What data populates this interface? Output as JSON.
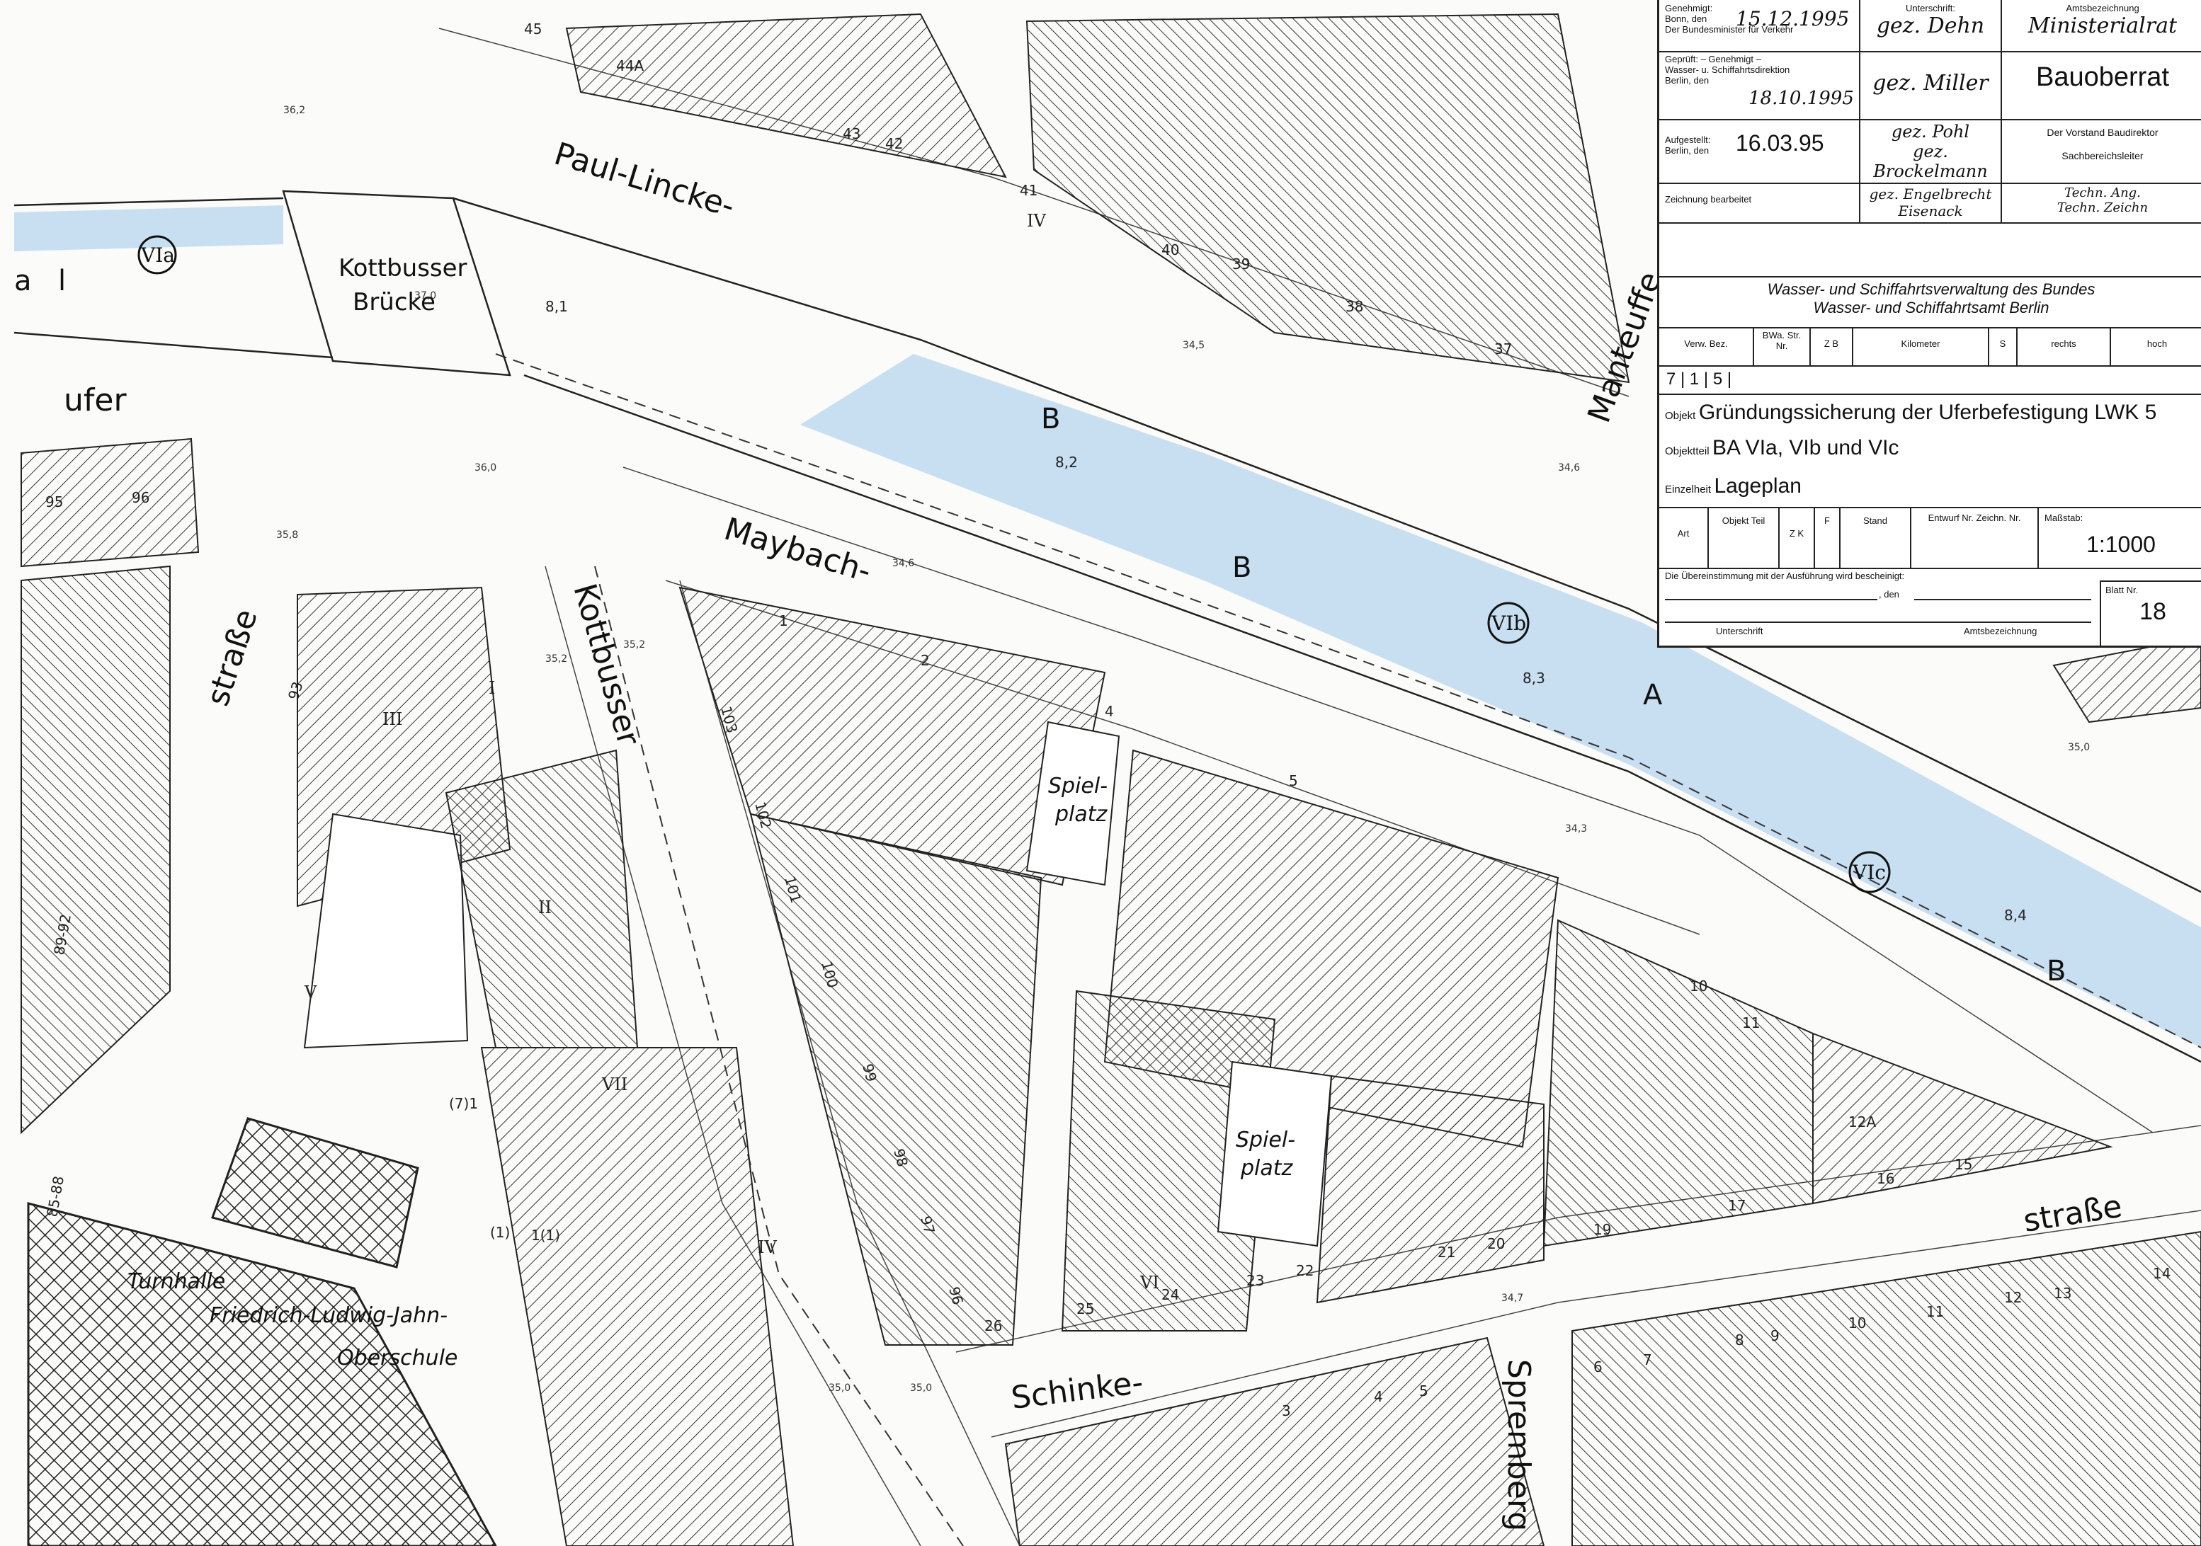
{
  "map": {
    "streets": {
      "paul_lincke": "Paul-Lincke-",
      "maybach": "Maybach-",
      "kottbusser_vertical": "Kottbusser",
      "kottbusser_bridge": "Kottbusser",
      "bridge_word": "Brücke",
      "ufer": "ufer",
      "strasse_left": "straße",
      "strasse_right": "straße",
      "schinke": "Schinke-",
      "spremberg": "Spremberg",
      "manteuffel": "Manteuffe"
    },
    "places": {
      "spielplatz_top": [
        "Spiel-",
        "platz"
      ],
      "spielplatz_bottom": [
        "Spiel-",
        "platz"
      ],
      "turnhalle": "Turnhalle",
      "school_line1": "Friedrich-Ludwig-Jahn-",
      "school_line2": "Oberschule"
    },
    "section_markers": [
      "VIa",
      "VIb",
      "VIc"
    ],
    "channel_letters": [
      "B",
      "B",
      "B",
      "A",
      "B"
    ],
    "water_depths": [
      "8,1",
      "8,2",
      "8,3",
      "8,4"
    ],
    "elevations": [
      "36,2",
      "36,0",
      "35,8",
      "35,2",
      "35,2",
      "34,6",
      "34,5",
      "34,6",
      "34,3",
      "34,7",
      "35,0",
      "35,0",
      "35,0",
      "37,0"
    ],
    "house_numbers": [
      "45",
      "44A",
      "43",
      "42",
      "41",
      "40",
      "39",
      "38",
      "37",
      "95",
      "96",
      "93",
      "103",
      "102",
      "101",
      "100",
      "99",
      "98",
      "97",
      "96",
      "26",
      "25",
      "24",
      "23",
      "22",
      "21",
      "20",
      "19",
      "17",
      "16",
      "15",
      "12A",
      "10",
      "11",
      "12",
      "13",
      "14",
      "8",
      "9",
      "10",
      "11",
      "4",
      "5",
      "6",
      "7",
      "3",
      "2",
      "1",
      "4",
      "5",
      "(7)1",
      "(1)",
      "1(1)",
      "89-92",
      "85-88"
    ],
    "floors": [
      "I",
      "II",
      "III",
      "IV",
      "V",
      "VI",
      "VII",
      "IV"
    ],
    "misc": [
      "a",
      "l"
    ]
  },
  "titleblock": {
    "row1": {
      "genehmigt_label": "Genehmigt:",
      "genehmigt_place": "Bonn, den",
      "genehmigt_date": "15.12.1995",
      "genehmigt_authority": "Der Bundesminister für Verkehr",
      "unterschrift_label": "Unterschrift:",
      "unterschrift_value": "gez. Dehn",
      "amtsbez_label": "Amtsbezeichnung",
      "amtsbez_value": "Ministerialrat"
    },
    "row2": {
      "geprueft_label": "Geprüft: – Genehmigt –",
      "geprueft_authority": "Wasser- u. Schiffahrtsdirektion",
      "geprueft_place": "Berlin, den",
      "geprueft_date": "18.10.1995",
      "geprueft_sig": "gez. Miller",
      "geprueft_title": "Bauoberrat"
    },
    "row3": {
      "aufgestellt_label": "Aufgestellt:",
      "aufgestellt_place": "Berlin, den",
      "aufgestellt_date": "16.03.95",
      "sig1": "gez. Pohl",
      "title1": "Der Vorstand Baudirektor",
      "sig2": "gez. Brockelmann",
      "title2": "Sachbereichsleiter"
    },
    "row4": {
      "zeichnung_label": "Zeichnung bearbeitet",
      "sig3": "gez. Engelbrecht",
      "sig4": "Eisenack",
      "title3": "Techn. Ang.",
      "title4": "Techn. Zeichn"
    },
    "agency_line1": "Wasser- und Schiffahrtsverwaltung des Bundes",
    "agency_line2": "Wasser- und Schiffahrtsamt Berlin",
    "header_cols": [
      "Verw. Bez.",
      "BWa. Str. Nr.",
      "Z B",
      "Kilometer",
      "S",
      "rechts",
      "hoch"
    ],
    "code_row": "7 | 1 | 5 |",
    "objekt_label": "Objekt",
    "objekt_value": "Gründungssicherung der Uferbefestigung LWK 5",
    "objektteil_label": "Objektteil",
    "objektteil_value": "BA VIa, VIb und VIc",
    "einzelheit_label": "Einzelheit",
    "einzelheit_value": "Lageplan",
    "bottom_headers": [
      "Art",
      "Objekt Teil",
      "Z K",
      "F",
      "Stand",
      "Entwurf Nr. Zeichn. Nr.",
      "Maßstab:"
    ],
    "massstab_value": "1:1000",
    "uebereinstimmung": "Die Übereinstimmung mit der Ausführung wird bescheinigt:",
    "den_label": ", den",
    "unterschrift_footer": "Unterschrift",
    "amtsbez_footer": "Amtsbezeichnung",
    "blatt_label": "Blatt Nr.",
    "blatt_value": "18"
  },
  "colors": {
    "water": "#b7d6ee",
    "ink": "#222222",
    "paper": "#fbfbfa"
  }
}
